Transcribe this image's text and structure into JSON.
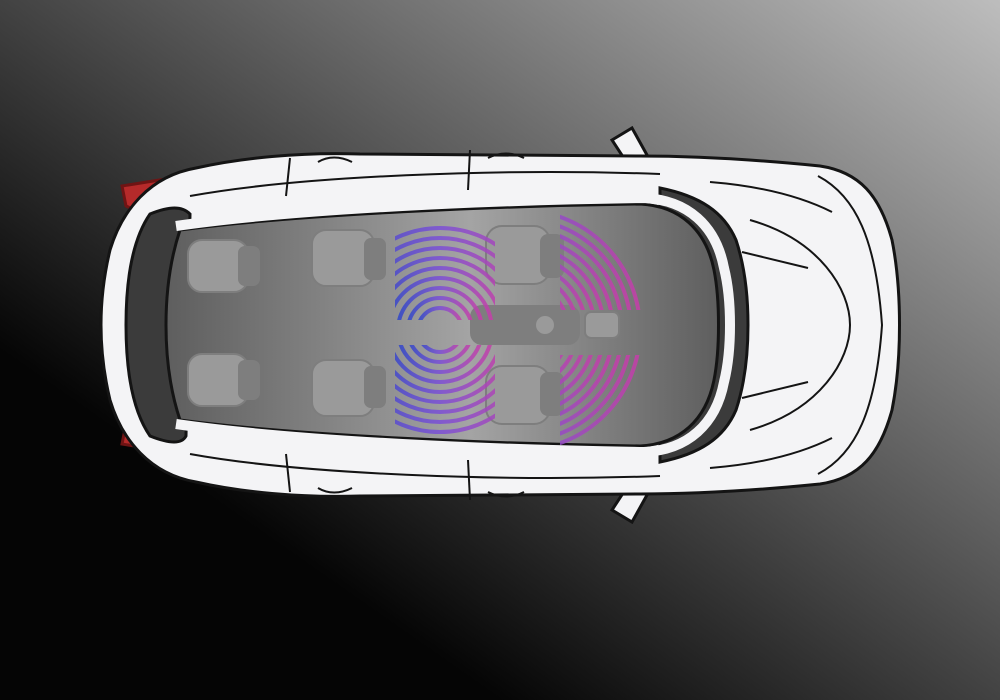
{
  "scene": {
    "subject": "car-top-view",
    "colors": {
      "bg_dark": "#050505",
      "bg_light": "#bdbdbd",
      "body": "#f4f4f6",
      "outline": "#141414",
      "glass": "#3b3b3b",
      "cabin_light": "#a4a4a4",
      "cabin_dark": "#5e5e5e",
      "seat": "#9a9a9a",
      "seat_shade": "#7e7e7e",
      "tail_light": "#b52a2a",
      "tail_light_dark": "#6f1414",
      "sound_pink": "#c63ea8",
      "sound_violet": "#7b4fd6",
      "sound_blue": "#2f46c9"
    },
    "sound_zones": [
      {
        "name": "front-left-speaker",
        "arcs": 11
      },
      {
        "name": "front-right-speaker",
        "arcs": 11
      },
      {
        "name": "center-left-speaker",
        "arcs": 9
      },
      {
        "name": "center-right-speaker",
        "arcs": 9
      }
    ]
  }
}
